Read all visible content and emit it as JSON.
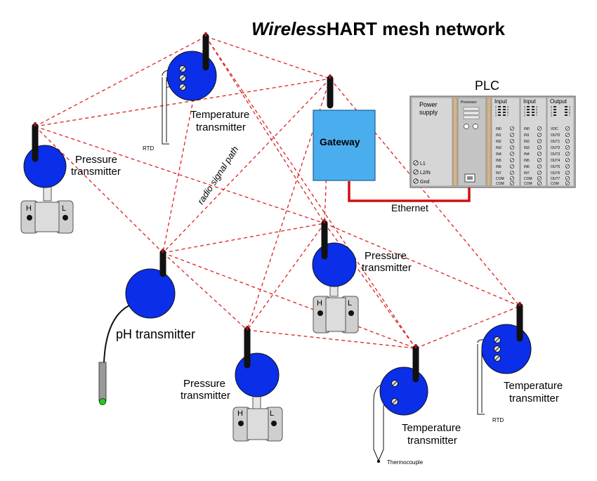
{
  "title_italic": "Wireless",
  "title_rest": "HART mesh network",
  "labels": {
    "radio_path": "radio signal path",
    "ethernet": "Ethernet",
    "plc": "PLC",
    "gateway": "Gateway",
    "rtd": "RTD",
    "thermocouple": "Thermocouple",
    "h": "H",
    "l": "L",
    "pressure_1": "Pressure",
    "pressure_2": "transmitter",
    "temperature_1": "Temperature",
    "temperature_2": "transmitter",
    "ph": "pH transmitter"
  },
  "plc": {
    "power_supply_1": "Power",
    "power_supply_2": "supply",
    "terminals": [
      "L1",
      "L2/N",
      "Gnd"
    ],
    "processor": "Processor",
    "input_title": "Input",
    "output_title": "Output",
    "input_terminals": [
      "IN0",
      "IN1",
      "IN2",
      "IN3",
      "IN4",
      "IN5",
      "IN6",
      "IN7",
      "COM",
      "COM"
    ],
    "output_terminals": [
      "VDC",
      "OUT0",
      "OUT1",
      "OUT2",
      "OUT3",
      "OUT4",
      "OUT5",
      "OUT6",
      "OUT7",
      "COM"
    ],
    "led_numbers": [
      "0",
      "1",
      "2",
      "3",
      "4",
      "5",
      "6",
      "7"
    ]
  },
  "colors": {
    "device_blue": "#0b2ee8",
    "gateway_blue": "#4aaeee",
    "radio_red": "#e02020",
    "ethernet_red": "#d01010",
    "plc_panel": "#cfcfcf",
    "plc_tan": "#d2b48c"
  }
}
